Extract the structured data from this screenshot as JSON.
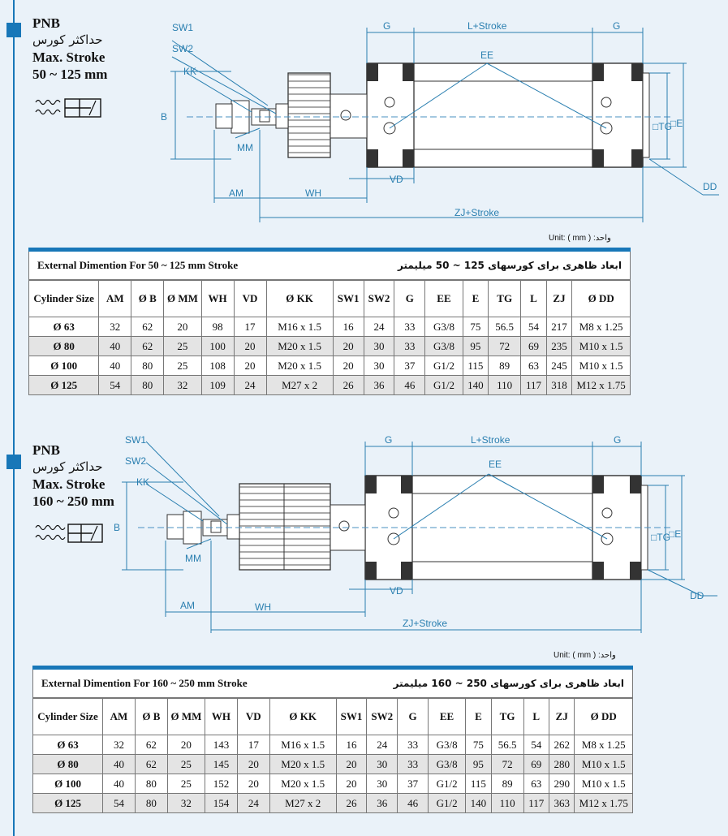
{
  "sections": [
    {
      "model": "PNB",
      "max_stroke_fa": "حداکثر کورس",
      "max_stroke_label": "Max. Stroke",
      "stroke_range": "50 ~ 125 mm",
      "drawing_labels": {
        "sw1": "SW1",
        "sw2": "SW2",
        "kk": "KK",
        "b": "B",
        "mm": "MM",
        "am": "AM",
        "wh": "WH",
        "vd": "VD",
        "zj": "ZJ+Stroke",
        "g1": "G",
        "l": "L+Stroke",
        "g2": "G",
        "ee": "EE",
        "tg": "□TG",
        "e": "□E",
        "dd": "DD"
      },
      "unit": "Unit:  ( mm )  :واحد",
      "title_en": "External Dimention For 50 ~ 125 mm Stroke",
      "title_fa": "ابعاد ظاهری برای کورسهای  125 ~ 50  میلیمتر",
      "rows": [
        [
          "Ø 63",
          "32",
          "62",
          "20",
          "98",
          "17",
          "M16 x 1.5",
          "16",
          "24",
          "33",
          "G3/8",
          "75",
          "56.5",
          "54",
          "217",
          "M8 x 1.25"
        ],
        [
          "Ø 80",
          "40",
          "62",
          "25",
          "100",
          "20",
          "M20 x 1.5",
          "20",
          "30",
          "33",
          "G3/8",
          "95",
          "72",
          "69",
          "235",
          "M10 x 1.5"
        ],
        [
          "Ø 100",
          "40",
          "80",
          "25",
          "108",
          "20",
          "M20 x 1.5",
          "20",
          "30",
          "37",
          "G1/2",
          "115",
          "89",
          "63",
          "245",
          "M10 x 1.5"
        ],
        [
          "Ø 125",
          "54",
          "80",
          "32",
          "109",
          "24",
          "M27 x 2",
          "26",
          "36",
          "46",
          "G1/2",
          "140",
          "110",
          "117",
          "318",
          "M12 x 1.75"
        ]
      ]
    },
    {
      "model": "PNB",
      "max_stroke_fa": "حداکثر کورس",
      "max_stroke_label": "Max. Stroke",
      "stroke_range": "160 ~ 250 mm",
      "drawing_labels": {
        "sw1": "SW1",
        "sw2": "SW2",
        "kk": "KK",
        "b": "B",
        "mm": "MM",
        "am": "AM",
        "wh": "WH",
        "vd": "VD",
        "zj": "ZJ+Stroke",
        "g1": "G",
        "l": "L+Stroke",
        "g2": "G",
        "ee": "EE",
        "tg": "□TG",
        "e": "□E",
        "dd": "DD"
      },
      "unit": "Unit:  ( mm )  :واحد",
      "title_en": "External Dimention For 160 ~ 250 mm Stroke",
      "title_fa": "ابعاد ظاهری برای کورسهای  250 ~ 160  میلیمتر",
      "rows": [
        [
          "Ø 63",
          "32",
          "62",
          "20",
          "143",
          "17",
          "M16 x 1.5",
          "16",
          "24",
          "33",
          "G3/8",
          "75",
          "56.5",
          "54",
          "262",
          "M8 x 1.25"
        ],
        [
          "Ø 80",
          "40",
          "62",
          "25",
          "145",
          "20",
          "M20 x 1.5",
          "20",
          "30",
          "33",
          "G3/8",
          "95",
          "72",
          "69",
          "280",
          "M10 x 1.5"
        ],
        [
          "Ø 100",
          "40",
          "80",
          "25",
          "152",
          "20",
          "M20 x 1.5",
          "20",
          "30",
          "37",
          "G1/2",
          "115",
          "89",
          "63",
          "290",
          "M10 x 1.5"
        ],
        [
          "Ø 125",
          "54",
          "80",
          "32",
          "154",
          "24",
          "M27 x 2",
          "26",
          "36",
          "46",
          "G1/2",
          "140",
          "110",
          "117",
          "363",
          "M12 x 1.75"
        ]
      ]
    }
  ],
  "columns": [
    "Cylinder Size",
    "AM",
    "Ø B",
    "Ø MM",
    "WH",
    "VD",
    "Ø KK",
    "SW1",
    "SW2",
    "G",
    "EE",
    "E",
    "TG",
    "L",
    "ZJ",
    "Ø DD"
  ],
  "colors": {
    "accent": "#1877b8",
    "background": "#eaf2f9",
    "dimension": "#2a7fb0"
  }
}
